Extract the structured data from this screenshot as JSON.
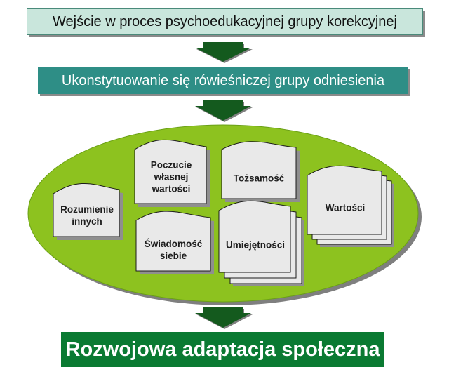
{
  "header": {
    "label": "Wejście w proces psychoedukacyjnej grupy korekcyjnej"
  },
  "stage": {
    "label": "Ukonstytuowanie się rówieśniczej grupy odniesienia"
  },
  "result": {
    "label": "Rozwojowa adaptacja społeczna"
  },
  "cards": [
    {
      "id": "rozumienie",
      "label": "Rozumienie\ninnych"
    },
    {
      "id": "poczucie",
      "label": "Poczucie\nwłasnej\nwartości"
    },
    {
      "id": "tozsamosc",
      "label": "Tożsamość"
    },
    {
      "id": "swiadomosc",
      "label": "Świadomość\nsiebie"
    },
    {
      "id": "umiejetnosci",
      "label": "Umiejętności"
    },
    {
      "id": "wartosci",
      "label": "Wartości"
    }
  ],
  "colors": {
    "arrow": "#145a1e",
    "ellipse": "#8dc21f",
    "card": "#e9e9e9",
    "card_stroke": "#1a1a1a",
    "shadow": "#8f8f8f"
  }
}
